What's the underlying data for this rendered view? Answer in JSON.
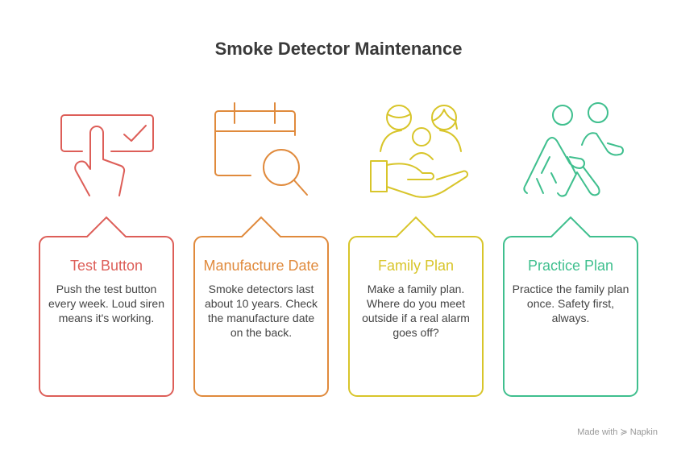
{
  "title": "Smoke Detector Maintenance",
  "cards": [
    {
      "title": "Test Button",
      "body": "Push the test button every week. Loud siren means it's working.",
      "color": "#DD5E58",
      "icon": "hand-pressing-button-icon"
    },
    {
      "title": "Manufacture Date",
      "body": "Smoke detectors last about 10 years. Check the manufacture date on the back.",
      "color": "#E08A3C",
      "icon": "calendar-search-icon"
    },
    {
      "title": "Family Plan",
      "body": "Make a family plan. Where do you meet outside if a real alarm goes off?",
      "color": "#D8C52A",
      "icon": "family-hand-icon"
    },
    {
      "title": "Practice Plan",
      "body": "Practice the family plan once. Safety first, always.",
      "color": "#3FBF8E",
      "icon": "people-walking-icon"
    }
  ],
  "footer": {
    "made_with": "Made with",
    "brand": "Napkin"
  }
}
